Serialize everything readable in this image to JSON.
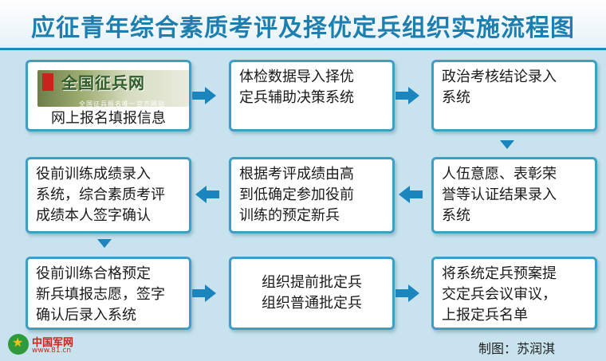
{
  "title": "应征青年综合素质考评及择优定兵组织实施流程图",
  "steps": {
    "s1": "网上报名填报信息",
    "s2": "体检数据导入择优\n定兵辅助决策系统",
    "s3": "政治考核结论录入\n系统",
    "s4": "人伍意愿、表彰荣\n誉等认证结果录入\n系统",
    "s5": "根据考评成绩由高\n到低确定参加役前\n训练的预定新兵",
    "s6": "役前训练成绩录入\n系统，综合素质考评\n成绩本人签字确认",
    "s7": "役前训练合格预定\n新兵填报志愿，签字\n确认后录入系统",
    "s8": "组织提前批定兵\n组织普通批定兵",
    "s9": "将系统定兵预案提\n交定兵会议审议，\n上报定兵名单"
  },
  "banner": {
    "main": "全国征兵网",
    "sub": "全国征兵报名唯一官方网站"
  },
  "footer": {
    "site_name": "中国军网",
    "site_url": "www.81.cn",
    "credit": "制图：苏润淇"
  },
  "colors": {
    "accent": "#1b86bd",
    "title": "#1c7fb0",
    "background": "#c9e3ee",
    "box_border": "#3e9ec6"
  }
}
